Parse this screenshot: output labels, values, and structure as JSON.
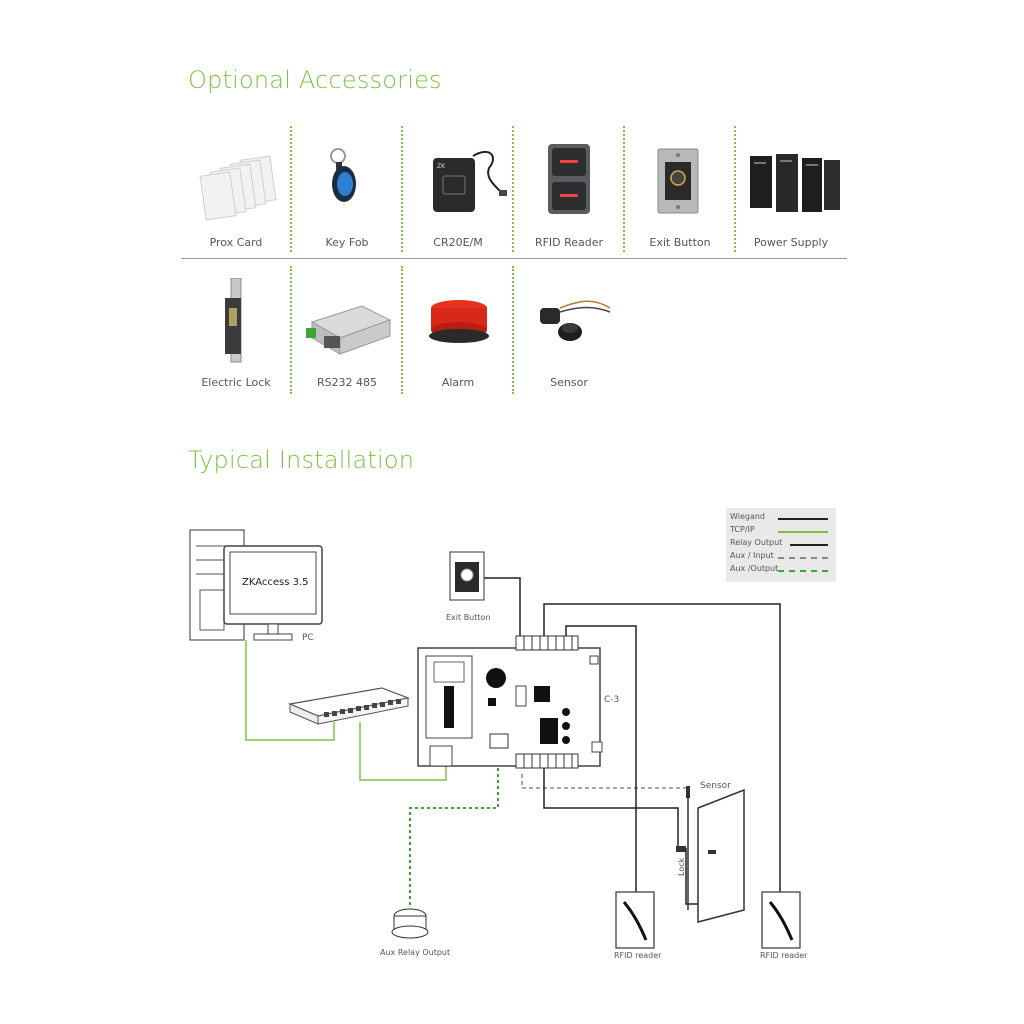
{
  "sections": {
    "accessories_title": "Optional Accessories",
    "installation_title": "Typical Installation"
  },
  "accessories_row1": [
    {
      "label": "Prox Card"
    },
    {
      "label": "Key Fob"
    },
    {
      "label": "CR20E/M"
    },
    {
      "label": "RFID Reader"
    },
    {
      "label": "Exit Button"
    },
    {
      "label": "Power Supply"
    }
  ],
  "accessories_row2": [
    {
      "label": "Electric Lock"
    },
    {
      "label": "RS232 485"
    },
    {
      "label": "Alarm"
    },
    {
      "label": "Sensor"
    }
  ],
  "legend": [
    {
      "label": "Wiegand",
      "color": "#222222",
      "style": "solid"
    },
    {
      "label": "TCP/IP",
      "color": "#7dc242",
      "style": "solid"
    },
    {
      "label": "Relay Output",
      "color": "#222222",
      "style": "solid"
    },
    {
      "label": "Aux / Input",
      "color": "#888888",
      "style": "dashed"
    },
    {
      "label": "Aux /Output",
      "color": "#3aa635",
      "style": "dashed"
    }
  ],
  "diagram": {
    "pc_screen_text": "ZKAccess 3.5",
    "pc_label": "PC",
    "exit_button_label": "Exit Button",
    "controller_label": "C-3",
    "sensor_label": "Sensor",
    "lock_label": "Lock",
    "aux_relay_label": "Aux Relay Output",
    "rfid_reader_left_label": "RFID reader",
    "rfid_reader_right_label": "RFID reader"
  },
  "colors": {
    "accent": "#7dc242",
    "wire": "#222222"
  }
}
